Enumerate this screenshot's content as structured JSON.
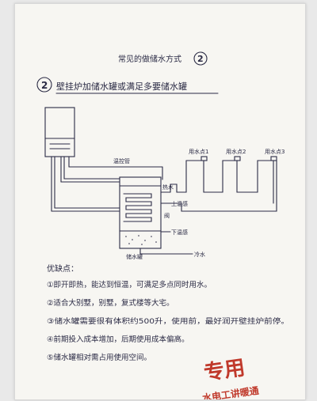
{
  "title": {
    "text": "常见的做储水方式",
    "badge": "2"
  },
  "heading": {
    "badge": "2",
    "text": "壁挂炉加储水罐或满足多要储水罐"
  },
  "diagram": {
    "labels": {
      "boiler_pipe": "温控管",
      "hot_water": "热水",
      "upper_in": "上温感",
      "valve": "阀",
      "lower_in": "下温感",
      "cold_water": "冷水",
      "tank": "储水罐",
      "tap1": "用水点1",
      "tap2": "用水点2",
      "tap3": "用水点3"
    }
  },
  "notes": {
    "header": "优缺点：",
    "items": [
      "①即开即热，能达到恒温，可满足多点同时用水。",
      "②适合大别墅，别墅，复式楼等大宅。",
      "③储水罐需要很有体积约500升，使用前，最好润开壁挂炉前停。",
      "④前期投入成本增加，后期使用成本偏高。",
      "⑤储水罐相对需占用使用空间。"
    ]
  },
  "watermark": {
    "main": "专用",
    "sub": "水电工讲暖通"
  }
}
